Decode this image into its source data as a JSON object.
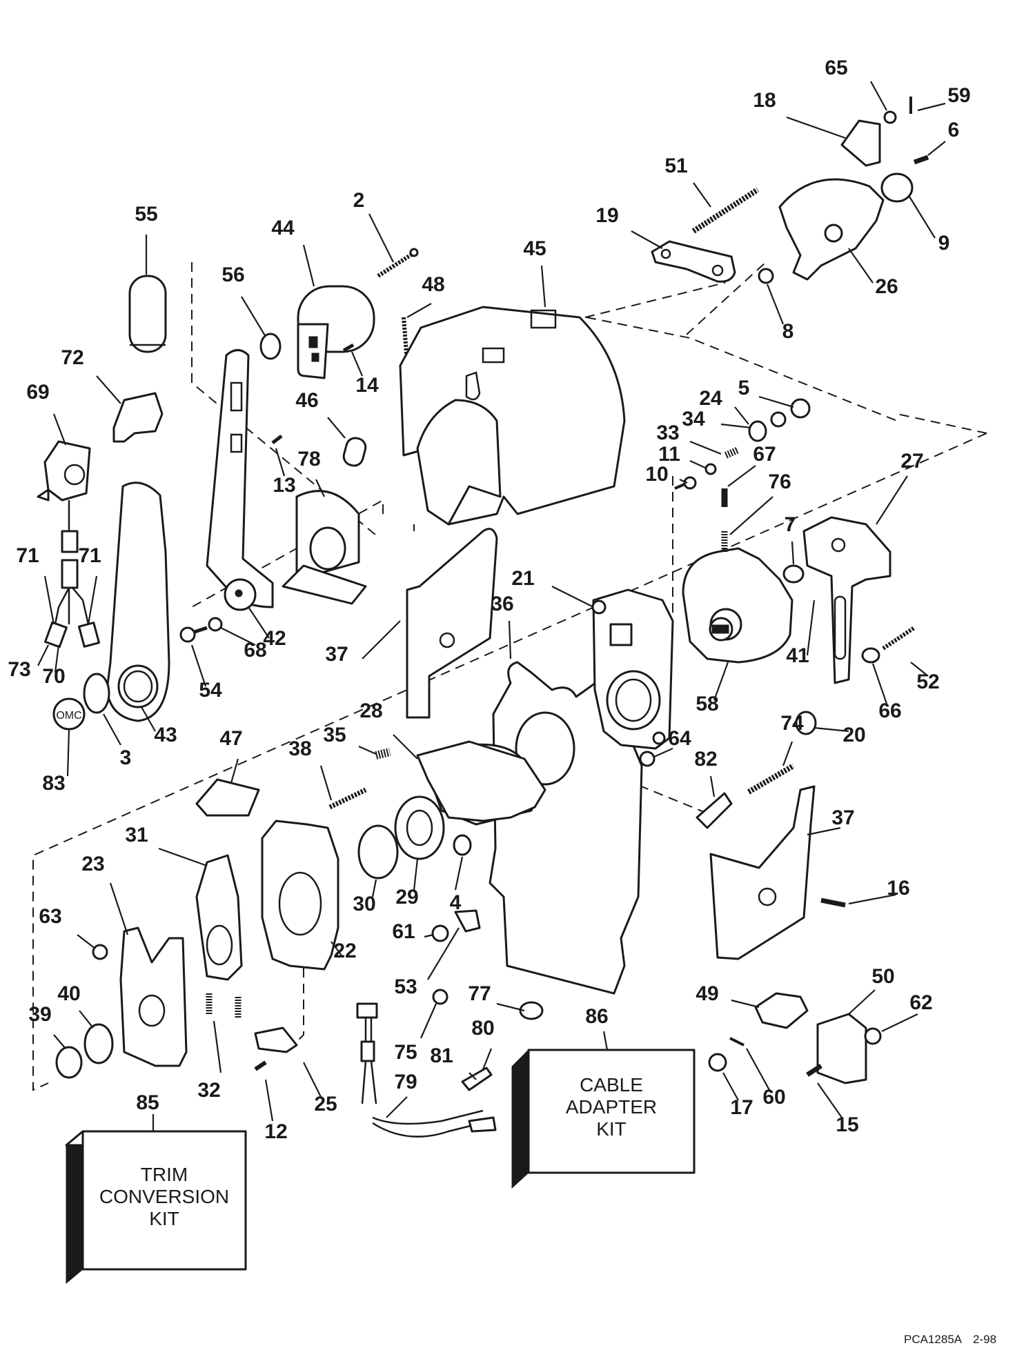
{
  "callouts": [
    "2",
    "3",
    "4",
    "5",
    "6",
    "7",
    "8",
    "9",
    "10",
    "11",
    "12",
    "13",
    "14",
    "15",
    "16",
    "17",
    "18",
    "19",
    "20",
    "21",
    "22",
    "23",
    "24",
    "25",
    "26",
    "27",
    "28",
    "29",
    "30",
    "31",
    "32",
    "33",
    "34",
    "35",
    "36",
    "37",
    "38",
    "39",
    "40",
    "41",
    "42",
    "43",
    "44",
    "45",
    "46",
    "47",
    "48",
    "49",
    "50",
    "51",
    "52",
    "53",
    "54",
    "55",
    "56",
    "58",
    "59",
    "60",
    "61",
    "62",
    "63",
    "64",
    "65",
    "66",
    "67",
    "68",
    "69",
    "70",
    "71",
    "72",
    "73",
    "74",
    "75",
    "76",
    "77",
    "78",
    "79",
    "80",
    "81",
    "82",
    "83",
    "85",
    "86"
  ],
  "kits": {
    "trim": {
      "line1": "TRIM",
      "line2": "CONVERSION",
      "line3": "KIT"
    },
    "cable": {
      "line1": "CABLE",
      "line2": "ADAPTER",
      "line3": "KIT"
    }
  },
  "badge_text": "OMC",
  "footer": {
    "code": "PCA1285A",
    "date": "2-98"
  }
}
